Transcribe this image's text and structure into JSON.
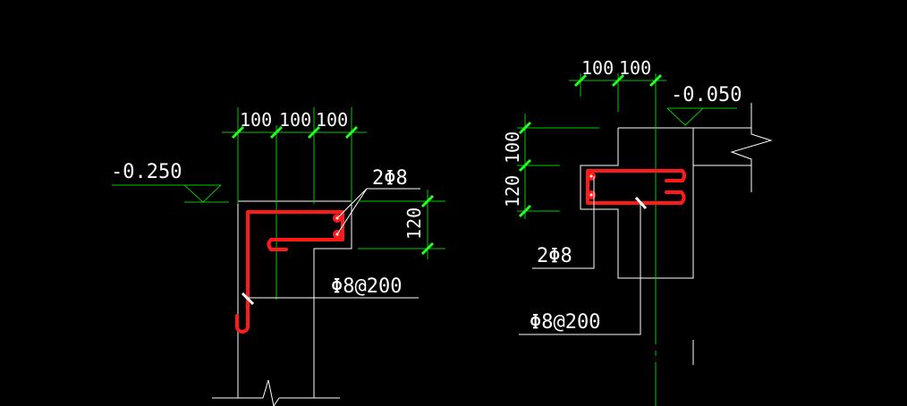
{
  "colors": {
    "background": "#000000",
    "outline": "#ffffff",
    "dimension": "#00c800",
    "tick": "#22ff22",
    "rebar": "#ff1a1a",
    "text": "#ffffff"
  },
  "left_detail": {
    "dim_top": [
      "100",
      "100",
      "100"
    ],
    "elevation": "-0.250",
    "bar_label": "2Φ8",
    "dim_right": "120",
    "stirrup_label": "Φ8@200"
  },
  "right_detail": {
    "dim_top": [
      "100",
      "100"
    ],
    "elevation": "-0.050",
    "dim_left": [
      "100",
      "120"
    ],
    "bar_label": "2Φ8",
    "stirrup_label": "Φ8@200"
  }
}
